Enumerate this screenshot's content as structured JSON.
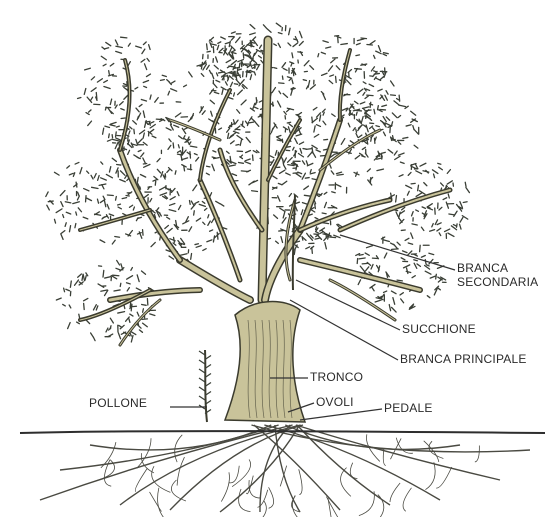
{
  "labels": {
    "branca_secondaria_line1": "BRANCA",
    "branca_secondaria_line2": "SECONDARIA",
    "succhione": "SUCCHIONE",
    "branca_principale": "BRANCA PRINCIPALE",
    "tronco": "TRONCO",
    "ovoli": "OVOLI",
    "pedale": "PEDALE",
    "pollone": "POLLONE"
  },
  "colors": {
    "trunk_fill": "#c9c39a",
    "trunk_stroke": "#3b3b2e",
    "foliage": "#3a3f36",
    "roots": "#4a4a42",
    "ground": "#2e2e2e",
    "leader": "#333333"
  }
}
